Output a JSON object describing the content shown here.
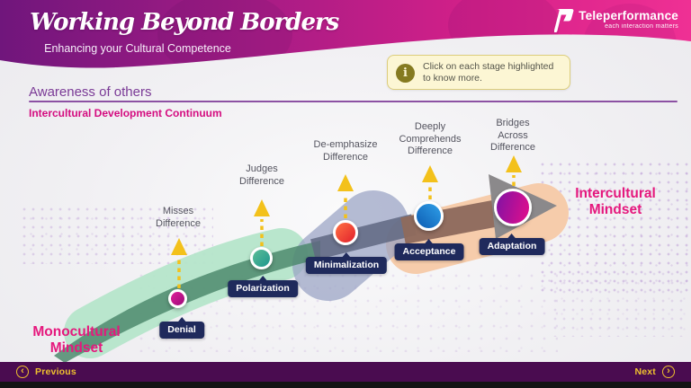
{
  "header": {
    "title": "Working Beyond Borders",
    "subtitle": "Enhancing your Cultural Competence",
    "brand_name": "Teleperformance",
    "brand_tagline": "each interaction matters"
  },
  "info_banner": {
    "text": "Click on each stage highlighted to know more."
  },
  "section": {
    "title": "Awareness of others",
    "diagram_title": "Intercultural Development Continuum"
  },
  "diagram": {
    "left_mindset": "Monocultural\nMindset",
    "right_mindset": "Intercultural\nMindset",
    "stages": [
      {
        "name": "Denial",
        "label": "Misses\nDifference",
        "dot_color": "#c4128a"
      },
      {
        "name": "Polarization",
        "label": "Judges\nDifference",
        "dot_color": "#2da08c"
      },
      {
        "name": "Minimalization",
        "label": "De-emphasize\nDifference",
        "dot_color": "#ee3a31"
      },
      {
        "name": "Acceptance",
        "label": "Deeply\nComprehends\nDifference",
        "dot_color": "#1a6fc4"
      },
      {
        "name": "Adaptation",
        "label": "Bridges\nAcross\nDifference",
        "dot_color": "#c1129a"
      }
    ]
  },
  "icons": {
    "info": "i",
    "previous_chevron": "‹",
    "next_chevron": "›"
  },
  "footer": {
    "previous_label": "Previous",
    "next_label": "Next"
  },
  "colors": {
    "accent_yellow": "#f3c11b",
    "chip_navy": "#1f2a5c",
    "highlight_pink": "#e5187d",
    "heading_purple": "#7a3a96",
    "footer_purple": "#4a0c50",
    "band_green": "#b5e5ca",
    "band_slate": "#99a2c4",
    "band_peach": "#f6ccab",
    "band_brown": "#8e6a5d"
  }
}
